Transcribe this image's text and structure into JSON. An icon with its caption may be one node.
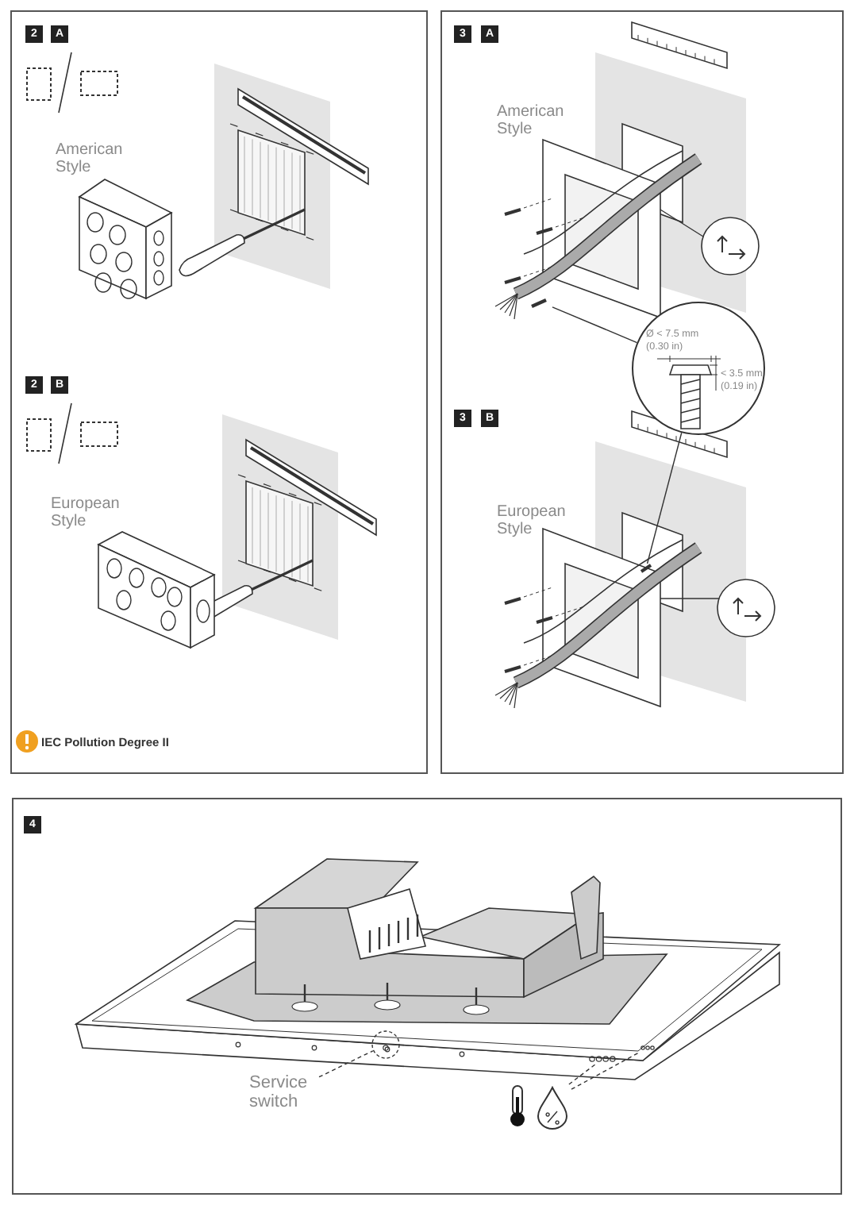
{
  "diagram": {
    "nodes": [
      {
        "text": [
          "Ø < 7.5 mm (0.30 in)",
          "< 3.5 mm (0.19 in)"
        ]
      },
      {
        "text": [],
        "shape": "picture"
      },
      {
        "text": [],
        "shape": "picture"
      },
      {
        "text": [
          "Service switch"
        ]
      },
      {
        "text": [],
        "shape": "circle"
      },
      {
        "text": [],
        "shape": "picture"
      },
      {
        "text": [],
        "shape": "picture"
      },
      {
        "text": [],
        "shape": "picture"
      }
    ],
    "edges": [
      {
        "from": 1,
        "to": 0,
        "arrow": "none"
      },
      {
        "from": 0,
        "to": 2,
        "arrow": "none"
      },
      {
        "from": 3,
        "to": 4,
        "arrow": "none",
        "style": "dashed"
      },
      {
        "from": 5,
        "to": 6,
        "arrow": "none",
        "style": "dashed"
      },
      {
        "from": 5,
        "to": 7,
        "arrow": "none",
        "style": "dashed"
      }
    ],
    "labels": [
      "2",
      "A",
      "American Style",
      "2",
      "B",
      "European Style",
      "IEC Pollution Degree II",
      "3",
      "A",
      "American Style",
      "3",
      "B",
      "European Style",
      "4"
    ]
  }
}
